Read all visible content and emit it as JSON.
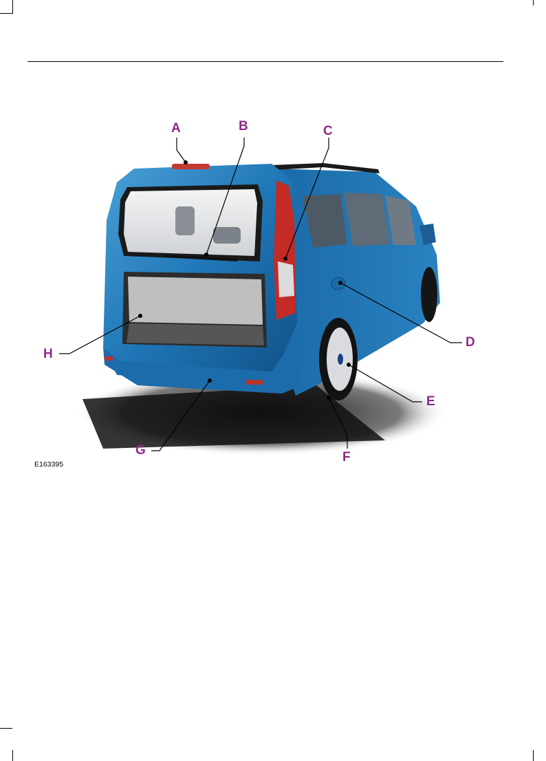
{
  "figure": {
    "id": "E163395",
    "callouts": [
      "A",
      "B",
      "C",
      "D",
      "E",
      "F",
      "G",
      "H"
    ],
    "colors": {
      "callout": "#8e2a86",
      "body": "#1b6fb0",
      "body_light": "#3d95cf",
      "glass": "#e9eaec",
      "tail_light": "#c42b25",
      "cargo": "#bdbdbd"
    }
  }
}
